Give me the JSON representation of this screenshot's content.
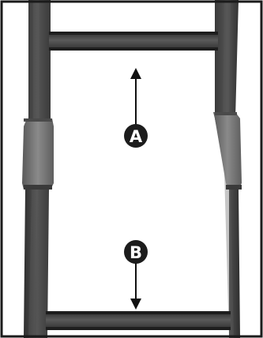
{
  "figure": {
    "callouts": [
      {
        "id": "A",
        "label": "A",
        "arrow_direction": "up"
      },
      {
        "id": "B",
        "label": "B",
        "arrow_direction": "down"
      }
    ],
    "colors": {
      "rail": "#4a4a4a",
      "rail_dark": "#333333",
      "rail_sleeve": "#6e6e6e",
      "rung": "#3f3f3f",
      "border": "#1a1a1a",
      "background": "#ffffff",
      "badge": "#1c1c1c",
      "badge_text": "#ffffff"
    }
  }
}
